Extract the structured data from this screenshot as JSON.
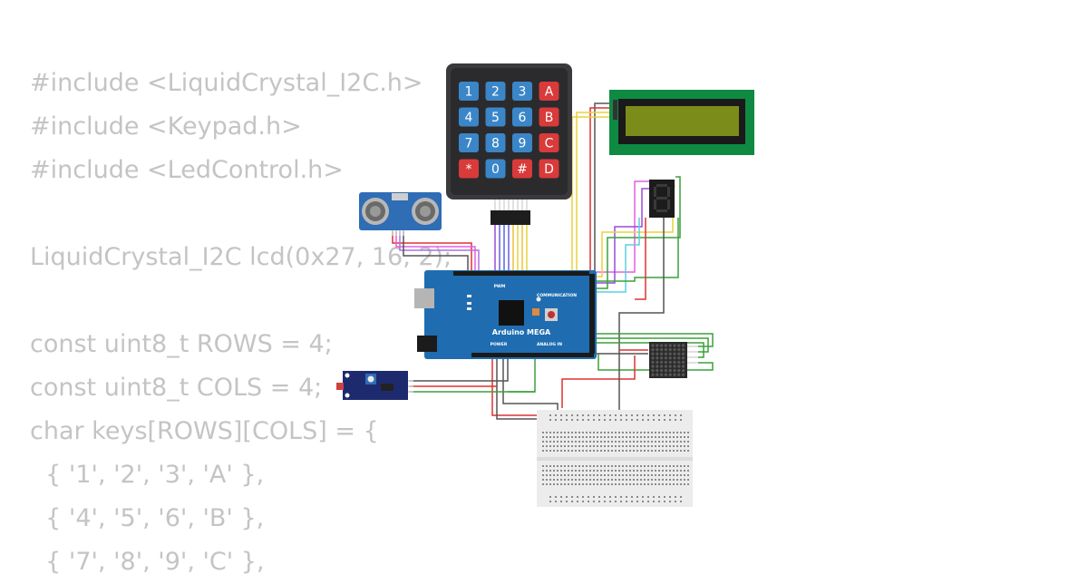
{
  "code": {
    "lines": [
      "#include <LiquidCrystal_I2C.h>",
      "#include <Keypad.h>",
      "#include <LedControl.h>",
      "",
      "LiquidCrystal_I2C lcd(0x27, 16, 2);",
      "",
      "const uint8_t ROWS = 4;",
      "const uint8_t COLS = 4;",
      "char keys[ROWS][COLS] = {",
      "  { '1', '2', '3', 'A' },",
      "  { '4', '5', '6', 'B' },",
      "  { '7', '8', '9', 'C' },"
    ]
  },
  "keypad": {
    "keys": [
      "1",
      "2",
      "3",
      "A",
      "4",
      "5",
      "6",
      "B",
      "7",
      "8",
      "9",
      "C",
      "*",
      "0",
      "#",
      "D"
    ]
  },
  "arduino": {
    "board_label": "Arduino MEGA",
    "communication_label": "COMMUNICATION",
    "pwm_label": "PWM",
    "power_label": "POWER",
    "analog_label": "ANALOG IN"
  },
  "seven_segment": {
    "digit": "8"
  },
  "colors": {
    "code_text": "#c4c4c4",
    "arduino_blue": "#1f6db0",
    "lcd_green": "#0f8a43",
    "lcd_screen": "#7c8c1a",
    "keypad_blue": "#3a86c8",
    "keypad_red": "#d93a3a",
    "wire_red": "#e03030",
    "wire_green": "#3aa03a",
    "wire_yellow": "#e8d23a",
    "wire_purple": "#9a4ad8",
    "wire_pink": "#e060e0"
  }
}
